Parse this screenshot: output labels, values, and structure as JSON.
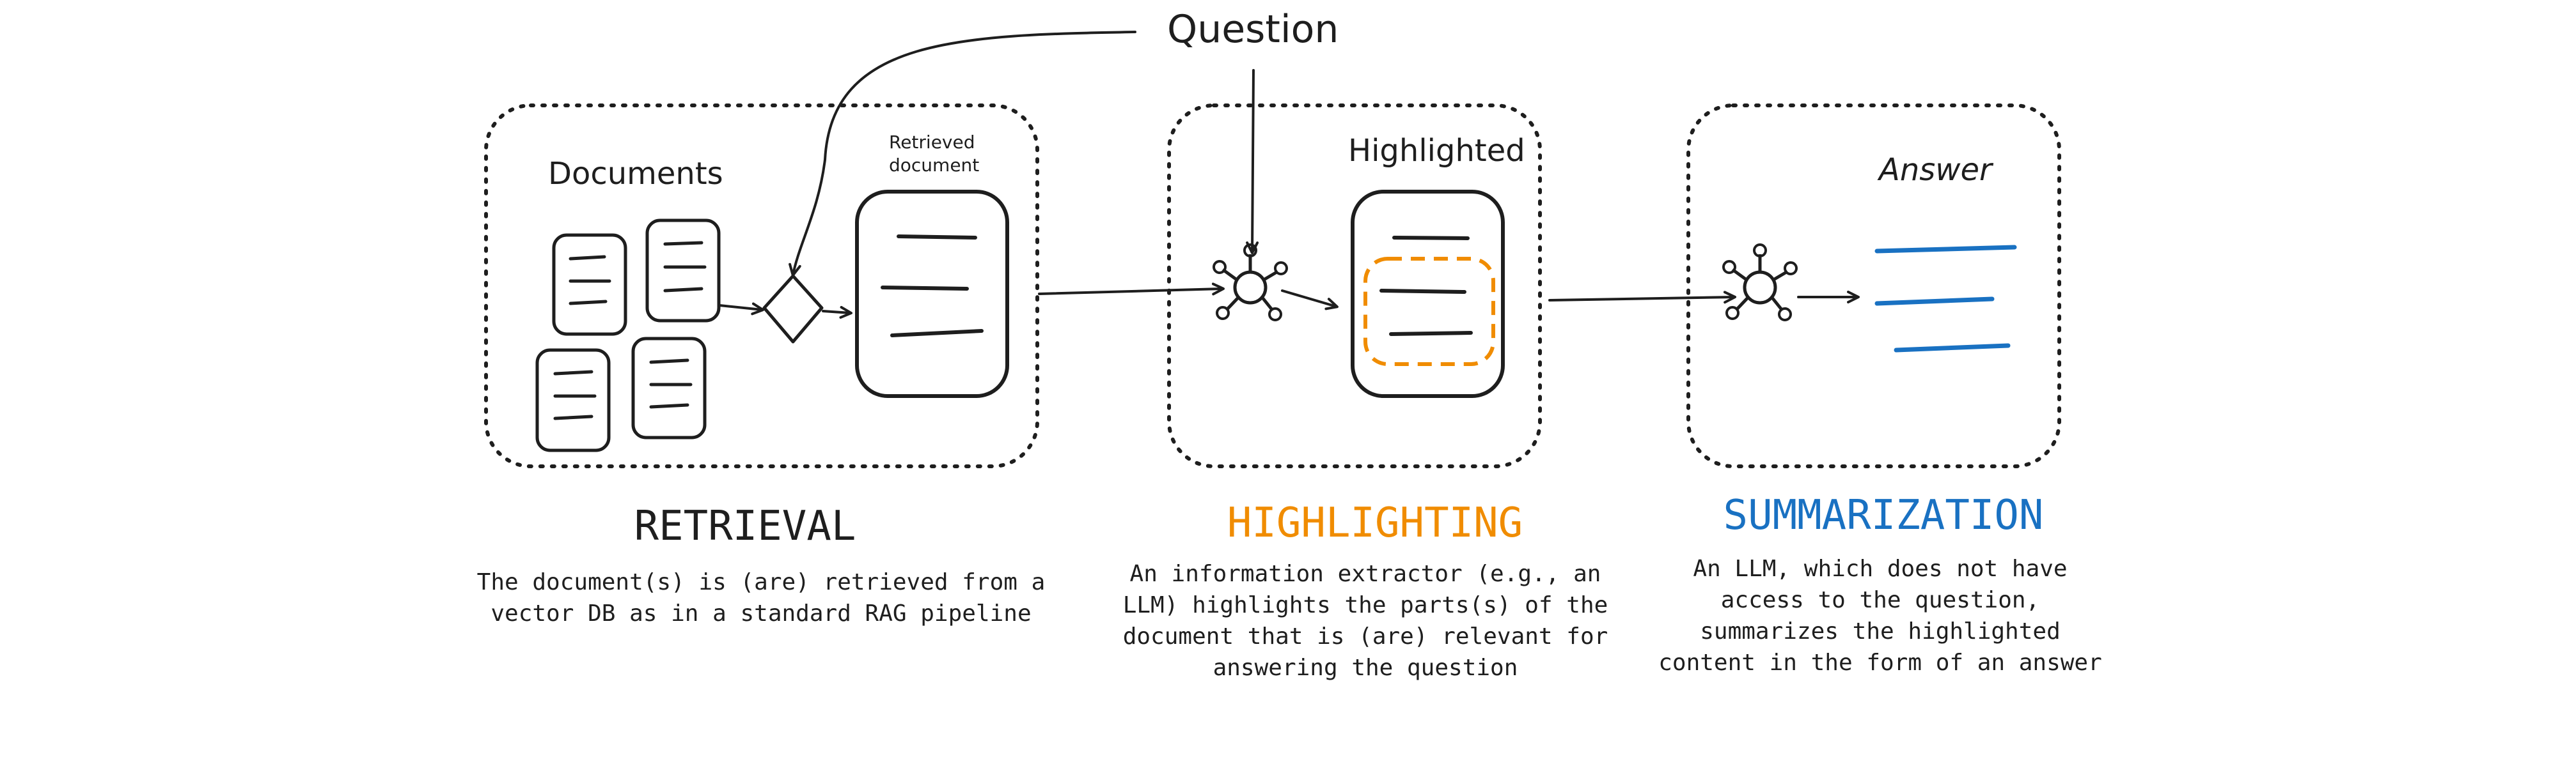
{
  "question_label": "Question",
  "stages": {
    "retrieval": {
      "title": "RETRIEVAL",
      "title_color": "#1e1e1e",
      "documents_label": "Documents",
      "retrieved_label_line1": "Retrieved",
      "retrieved_label_line2": "document",
      "desc": [
        "The document(s) is (are) retrieved from a",
        "vector DB as in a standard RAG pipeline"
      ]
    },
    "highlighting": {
      "title": "HIGHLIGHTING",
      "title_color": "#f08c00",
      "highlighted_label": "Highlighted",
      "desc": [
        "An information extractor (e.g., an",
        "LLM) highlights the parts(s) of the",
        "document that is (are) relevant for",
        "answering the question"
      ]
    },
    "summarization": {
      "title": "SUMMARIZATION",
      "title_color": "#1971c2",
      "answer_label": "Answer",
      "desc": [
        "An LLM, which does not have",
        "access to the question,",
        "summarizes the highlighted",
        "content in the form of an answer"
      ]
    }
  },
  "colors": {
    "ink": "#1e1e1e",
    "highlight": "#f08c00",
    "answer": "#1971c2"
  },
  "icons": {
    "llm": "network-node-icon",
    "retriever": "diamond-icon"
  }
}
